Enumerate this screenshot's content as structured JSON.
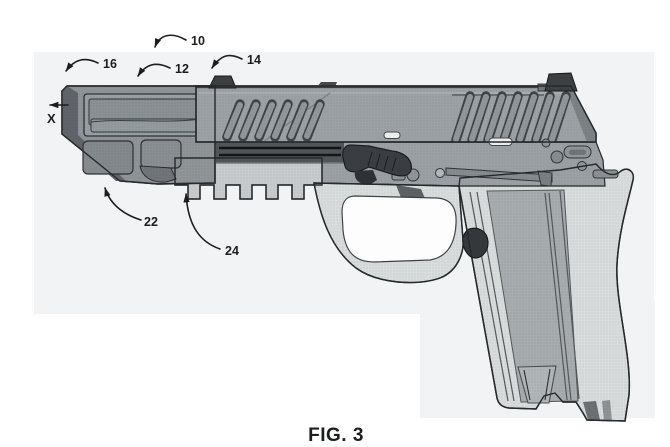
{
  "figure": {
    "caption": "FIG. 3",
    "labels": {
      "n10": "10",
      "n12": "12",
      "n14": "14",
      "n16": "16",
      "n22": "22",
      "n24": "24",
      "axis": "X"
    },
    "palette": {
      "background": "#ffffff",
      "tint": "#f2f3f4",
      "outline": "#26292d",
      "slide": "#9ba1a4",
      "slide_rear_face": "#7c8184",
      "compensator": "#8f9497",
      "comp_front": "#60646a",
      "frame_light": "#d9dcdd",
      "frame_mid": "#9aa0a3",
      "rail": "#c7cbcd",
      "magazine": "#a7acaf",
      "dark_parts": "#34383b",
      "white_cut": "#fdfdfd",
      "ink": "#1b1d1f"
    }
  }
}
